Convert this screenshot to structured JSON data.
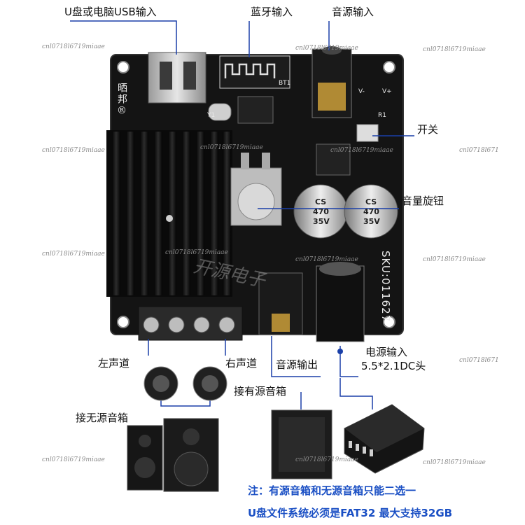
{
  "labels": {
    "usb_input": "U盘或电脑USB输入",
    "bt_input": "蓝牙输入",
    "audio_input": "音源输入",
    "switch": "开关",
    "volume_knob": "音量旋钮",
    "left_channel": "左声道",
    "right_channel": "右声道",
    "audio_output": "音源输出",
    "power_input_line1": "电源输入",
    "power_input_line2": "5.5*2.1DC头",
    "active_speaker": "接有源音箱",
    "passive_speaker": "接无源音箱"
  },
  "notes": {
    "line1": "注：有源音箱和无源音箱只能二选一",
    "line2": "U盘文件系统必须是FAT32 最大支持32GB"
  },
  "board": {
    "sku": "SKU:011627",
    "brand": "晒邦®",
    "silk_bt1": "BT1",
    "silk_vminus": "V-",
    "silk_vplus": "V+",
    "silk_y1": "Y1",
    "silk_r1": "R1",
    "cap_text": [
      "CS",
      "470",
      "35V"
    ]
  },
  "watermarks": {
    "main": "cnl0718l6719miaae",
    "short": "cnl0718l671",
    "overlay": "开源电子"
  },
  "colors": {
    "pcb": "#141414",
    "note_blue": "#1a4fc4",
    "callout_line": "#1a3fa8"
  }
}
